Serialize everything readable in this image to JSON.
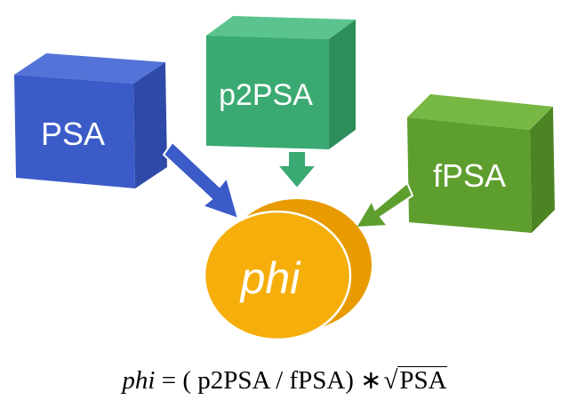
{
  "diagram": {
    "boxes": {
      "psa": {
        "label": "PSA",
        "front": "#3B5BC8",
        "top": "#5473D8",
        "side": "#2E4AA8"
      },
      "p2psa": {
        "label": "p2PSA",
        "front": "#3AAA72",
        "top": "#5BC48E",
        "side": "#2D8E5C"
      },
      "fpsa": {
        "label": "fPSA",
        "front": "#5E9E2E",
        "top": "#77B844",
        "side": "#4C8424"
      }
    },
    "result": {
      "label": "phi",
      "front": "#F5AE0A",
      "back": "#E79B00"
    },
    "arrow_color": {
      "psa": "#3B5BC8",
      "p2psa": "#3AAA72",
      "fpsa": "#5E9E2E"
    }
  },
  "formula": {
    "lhs": "phi",
    "equals": "=",
    "open": "(",
    "numerator": "p2PSA",
    "divide": "/",
    "denominator": "fPSA)",
    "times": "∗",
    "radical": "√",
    "radicand": "PSA"
  }
}
